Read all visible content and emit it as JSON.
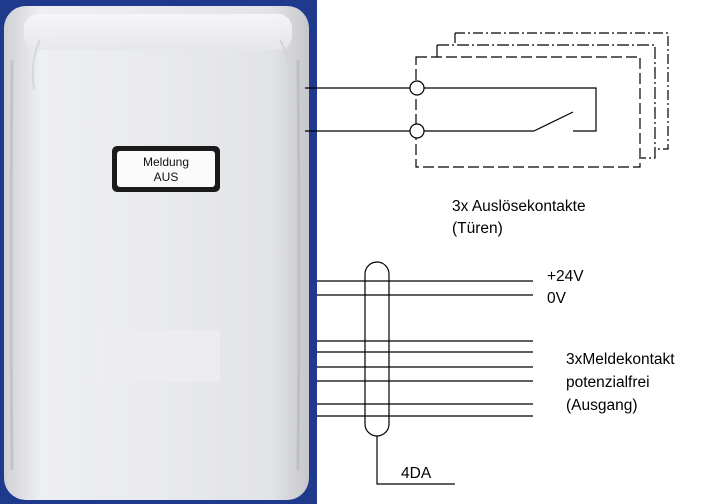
{
  "device": {
    "indicator_line1": "Meldung",
    "indicator_line2": "AUS"
  },
  "trigger_contacts": {
    "label_line1": "3x Auslösekontakte",
    "label_line2": "(Türen)"
  },
  "power": {
    "plus_label": "+24V",
    "zero_label": "0V"
  },
  "signal_contacts": {
    "label_line1": "3xMeldekontakt",
    "label_line2": "potenzialfrei",
    "label_line3": "(Ausgang)"
  },
  "cable": {
    "label": "4DA"
  },
  "colors": {
    "housing_frame": "#1f3a8c",
    "housing_body": "#e7e8ec",
    "wire": "#000000"
  }
}
